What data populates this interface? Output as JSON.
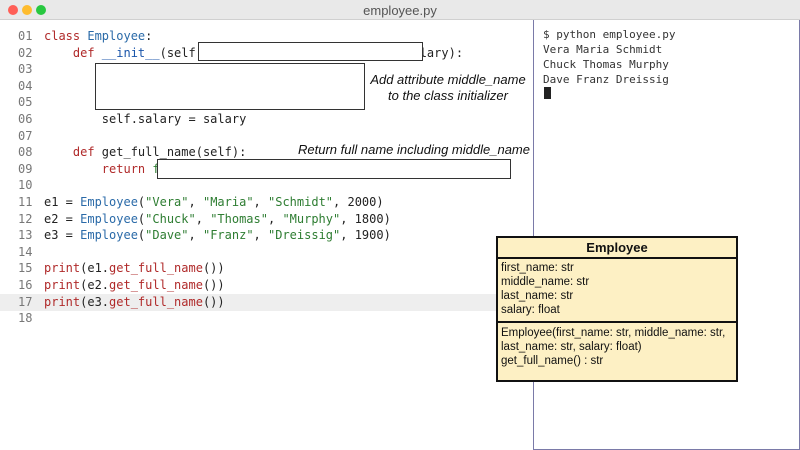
{
  "window": {
    "title": "employee.py"
  },
  "editor": {
    "lines": [
      {
        "n": "01",
        "tokens": [
          {
            "t": "class ",
            "c": "kw"
          },
          {
            "t": "Employee",
            "c": "cls"
          },
          {
            "t": ":",
            "c": ""
          }
        ]
      },
      {
        "n": "02",
        "tokens": [
          {
            "t": "    def ",
            "c": "kw"
          },
          {
            "t": "__init__",
            "c": "fn"
          },
          {
            "t": "(self, ",
            "c": ""
          },
          {
            "t": "                         ",
            "c": ""
          },
          {
            "t": ", salary):",
            "c": ""
          }
        ]
      },
      {
        "n": "03",
        "tokens": []
      },
      {
        "n": "04",
        "tokens": []
      },
      {
        "n": "05",
        "tokens": []
      },
      {
        "n": "06",
        "tokens": [
          {
            "t": "        self.salary = salary",
            "c": ""
          }
        ]
      },
      {
        "n": "07",
        "tokens": []
      },
      {
        "n": "08",
        "tokens": [
          {
            "t": "    def ",
            "c": "kw"
          },
          {
            "t": "get_full_name",
            "c": ""
          },
          {
            "t": "(self):",
            "c": ""
          }
        ]
      },
      {
        "n": "09",
        "tokens": [
          {
            "t": "        return ",
            "c": "kw"
          },
          {
            "t": "f\"",
            "c": "str"
          },
          {
            "t": "                                         ",
            "c": ""
          },
          {
            "t": "\"",
            "c": "str"
          }
        ]
      },
      {
        "n": "10",
        "tokens": []
      },
      {
        "n": "11",
        "tokens": [
          {
            "t": "e1 = ",
            "c": ""
          },
          {
            "t": "Employee",
            "c": "cls"
          },
          {
            "t": "(",
            "c": ""
          },
          {
            "t": "\"Vera\"",
            "c": "str"
          },
          {
            "t": ", ",
            "c": ""
          },
          {
            "t": "\"Maria\"",
            "c": "str"
          },
          {
            "t": ", ",
            "c": ""
          },
          {
            "t": "\"Schmidt\"",
            "c": "str"
          },
          {
            "t": ", 2000)",
            "c": ""
          }
        ]
      },
      {
        "n": "12",
        "tokens": [
          {
            "t": "e2 = ",
            "c": ""
          },
          {
            "t": "Employee",
            "c": "cls"
          },
          {
            "t": "(",
            "c": ""
          },
          {
            "t": "\"Chuck\"",
            "c": "str"
          },
          {
            "t": ", ",
            "c": ""
          },
          {
            "t": "\"Thomas\"",
            "c": "str"
          },
          {
            "t": ", ",
            "c": ""
          },
          {
            "t": "\"Murphy\"",
            "c": "str"
          },
          {
            "t": ", 1800)",
            "c": ""
          }
        ]
      },
      {
        "n": "13",
        "tokens": [
          {
            "t": "e3 = ",
            "c": ""
          },
          {
            "t": "Employee",
            "c": "cls"
          },
          {
            "t": "(",
            "c": ""
          },
          {
            "t": "\"Dave\"",
            "c": "str"
          },
          {
            "t": ", ",
            "c": ""
          },
          {
            "t": "\"Franz\"",
            "c": "str"
          },
          {
            "t": ", ",
            "c": ""
          },
          {
            "t": "\"Dreissig\"",
            "c": "str"
          },
          {
            "t": ", 1900)",
            "c": ""
          }
        ]
      },
      {
        "n": "14",
        "tokens": []
      },
      {
        "n": "15",
        "tokens": [
          {
            "t": "print",
            "c": "kw"
          },
          {
            "t": "(e1.",
            "c": ""
          },
          {
            "t": "get_full_name",
            "c": "kw"
          },
          {
            "t": "())",
            "c": ""
          }
        ]
      },
      {
        "n": "16",
        "tokens": [
          {
            "t": "print",
            "c": "kw"
          },
          {
            "t": "(e2.",
            "c": ""
          },
          {
            "t": "get_full_name",
            "c": "kw"
          },
          {
            "t": "())",
            "c": ""
          }
        ]
      },
      {
        "n": "17",
        "tokens": [
          {
            "t": "print",
            "c": "kw"
          },
          {
            "t": "(e3.",
            "c": ""
          },
          {
            "t": "get_full_name",
            "c": "kw"
          },
          {
            "t": "())",
            "c": ""
          }
        ]
      },
      {
        "n": "18",
        "tokens": []
      }
    ],
    "active_line": "17"
  },
  "hints": {
    "init_line1": "Add attribute middle_name",
    "init_line2": "to the class initializer",
    "full_name": "Return full name including middle_name"
  },
  "terminal": {
    "command": "$ python employee.py",
    "output": [
      "Vera Maria Schmidt",
      "Chuck Thomas Murphy",
      "Dave Franz Dreissig"
    ]
  },
  "uml": {
    "class_name": "Employee",
    "attributes": [
      "first_name: str",
      "middle_name: str",
      "last_name: str",
      "salary: float"
    ],
    "methods": [
      "Employee(first_name: str, middle_name: str,",
      "last_name: str, salary: float)",
      "get_full_name() : str"
    ]
  },
  "colors": {
    "keyword": "#b02a2a",
    "class_name": "#2a6aa8",
    "string": "#2e7d32",
    "uml_fill": "#fdf0c4"
  }
}
